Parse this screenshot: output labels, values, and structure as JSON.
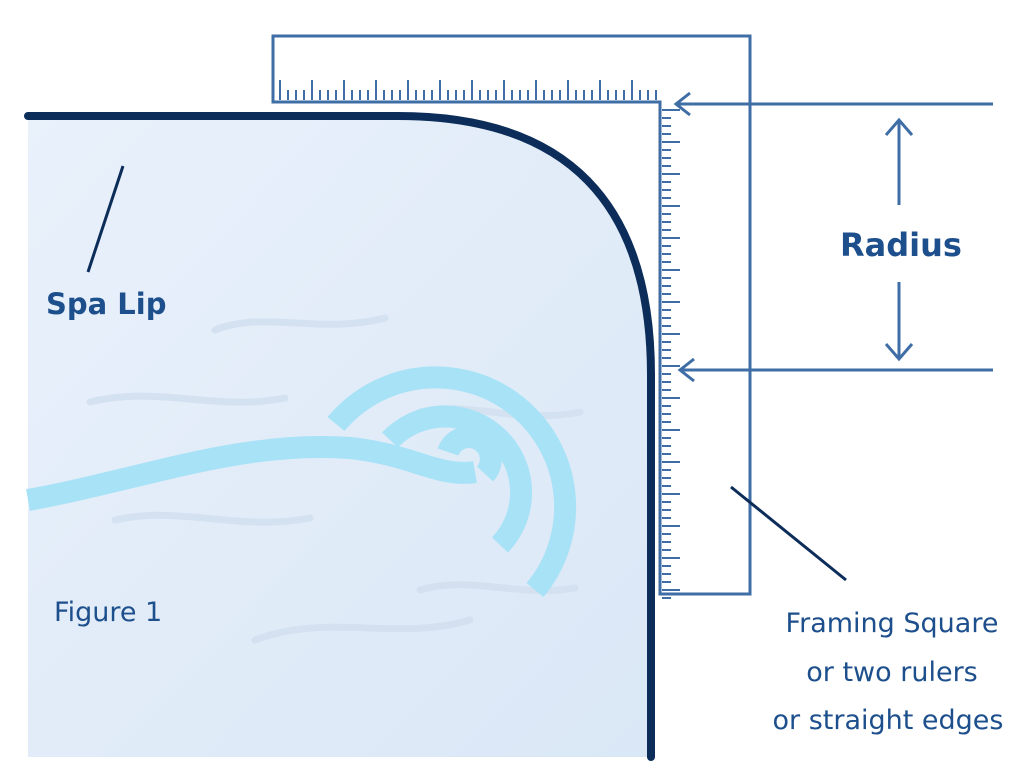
{
  "labels": {
    "spa_lip": "Spa Lip",
    "figure": "Figure 1",
    "radius": "Radius",
    "framing_square_lines": [
      "Framing Square",
      "or two rulers",
      "or straight edges"
    ]
  },
  "colors": {
    "spa_fill": "#e2ecf8",
    "spa_outline": "#0c2d5a",
    "square_line": "#3f6da5",
    "label_text": "#1d4f8c",
    "swirl": "#a8e2f6"
  },
  "icons": {
    "radius_arrow": "double-headed-vertical-arrow",
    "pointer_arrows": "left-pointing-arrow"
  }
}
